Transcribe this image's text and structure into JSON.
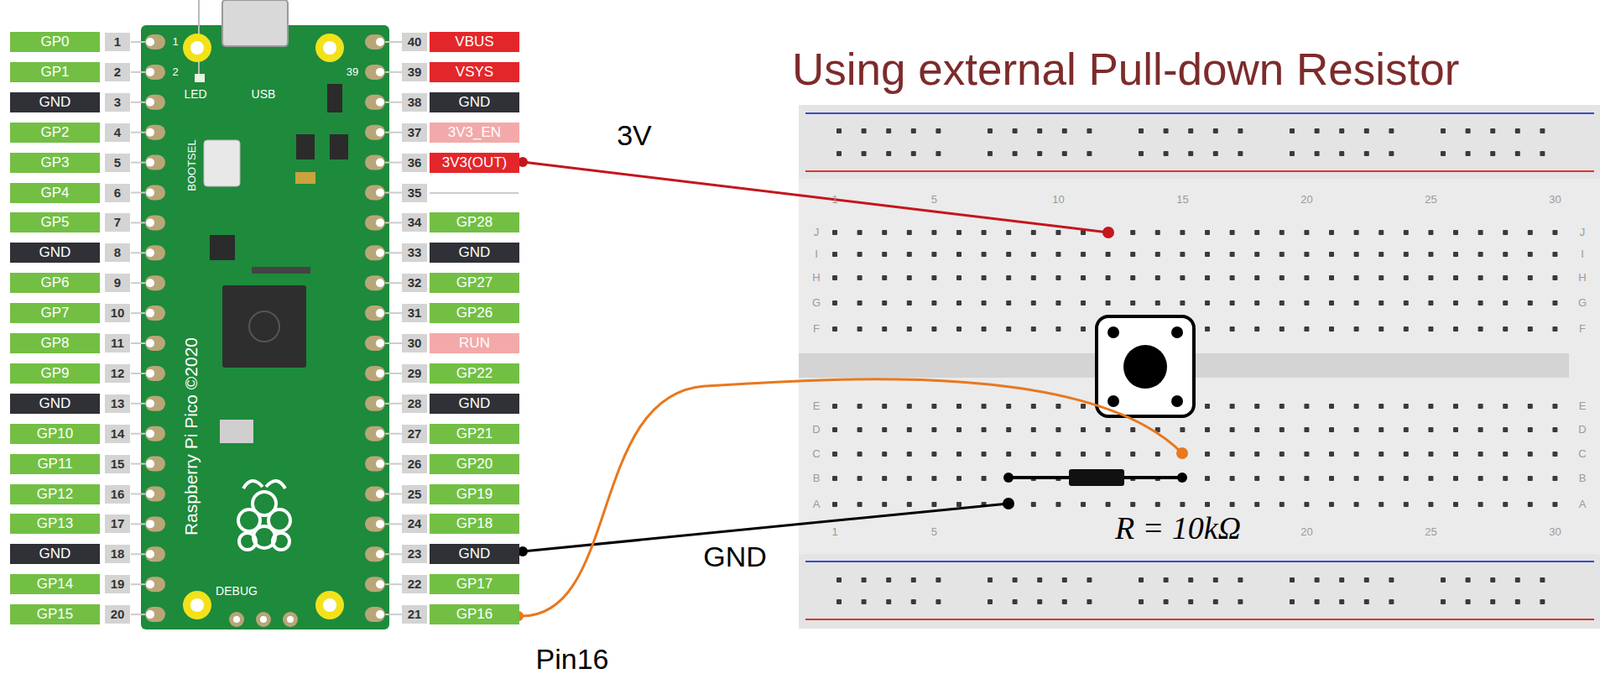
{
  "diagram": {
    "title": "Using external Pull-down Resistor",
    "nodes": [
      {
        "text": [
          "GP0"
        ]
      },
      {
        "text": [
          "GP1"
        ]
      },
      {
        "text": [
          "GND"
        ]
      },
      {
        "text": [
          "GP2"
        ]
      },
      {
        "text": [
          "GP3"
        ]
      },
      {
        "text": [
          "GP4"
        ]
      },
      {
        "text": [
          "GP5"
        ]
      },
      {
        "text": [
          "GND"
        ]
      },
      {
        "text": [
          "GP6"
        ]
      },
      {
        "text": [
          "GP7"
        ]
      },
      {
        "text": [
          "GP8"
        ]
      },
      {
        "text": [
          "GP9"
        ]
      },
      {
        "text": [
          "GND"
        ]
      },
      {
        "text": [
          "GP10"
        ]
      },
      {
        "text": [
          "GP11"
        ]
      },
      {
        "text": [
          "GP12"
        ]
      },
      {
        "text": [
          "GP13"
        ]
      },
      {
        "text": [
          "GND"
        ]
      },
      {
        "text": [
          "GP14"
        ]
      },
      {
        "text": [
          "GP15"
        ]
      },
      {
        "text": [
          "VBUS"
        ]
      },
      {
        "text": [
          "VSYS"
        ]
      },
      {
        "text": [
          "GND"
        ]
      },
      {
        "text": [
          "3V3_EN"
        ]
      },
      {
        "text": [
          "3V3(OUT)"
        ]
      },
      {
        "text": [
          "GP28"
        ]
      },
      {
        "text": [
          "GND"
        ]
      },
      {
        "text": [
          "GP27"
        ]
      },
      {
        "text": [
          "GP26"
        ]
      },
      {
        "text": [
          "RUN"
        ]
      },
      {
        "text": [
          "GP22"
        ]
      },
      {
        "text": [
          "GND"
        ]
      },
      {
        "text": [
          "GP21"
        ]
      },
      {
        "text": [
          "GP20"
        ]
      },
      {
        "text": [
          "GP19"
        ]
      },
      {
        "text": [
          "GP18"
        ]
      },
      {
        "text": [
          "GND"
        ]
      },
      {
        "text": [
          "GP17"
        ]
      },
      {
        "text": [
          "GP16"
        ]
      }
    ],
    "labels": [
      "1",
      "2",
      "3",
      "4",
      "5",
      "6",
      "7",
      "8",
      "9",
      "10",
      "11",
      "12",
      "13",
      "14",
      "15",
      "16",
      "17",
      "18",
      "19",
      "20",
      "40",
      "39",
      "38",
      "37",
      "36",
      "35",
      "34",
      "33",
      "32",
      "31",
      "30",
      "29",
      "28",
      "27",
      "26",
      "25",
      "24",
      "23",
      "22",
      "21",
      "1",
      "2",
      "39",
      "LED",
      "USB",
      "BOOTSEL",
      "Raspberry Pi Pico ©2020",
      "DEBUG",
      "3V",
      "GND",
      "Pin16",
      "R = 10kΩ",
      "1",
      "5",
      "10",
      "15",
      "20",
      "25",
      "30",
      "1",
      "5",
      "20",
      "25",
      "30",
      "J",
      "I",
      "H",
      "G",
      "F",
      "E",
      "D",
      "C",
      "B",
      "A",
      "J",
      "I",
      "H",
      "G",
      "F",
      "E",
      "D",
      "C",
      "B",
      "A"
    ]
  }
}
